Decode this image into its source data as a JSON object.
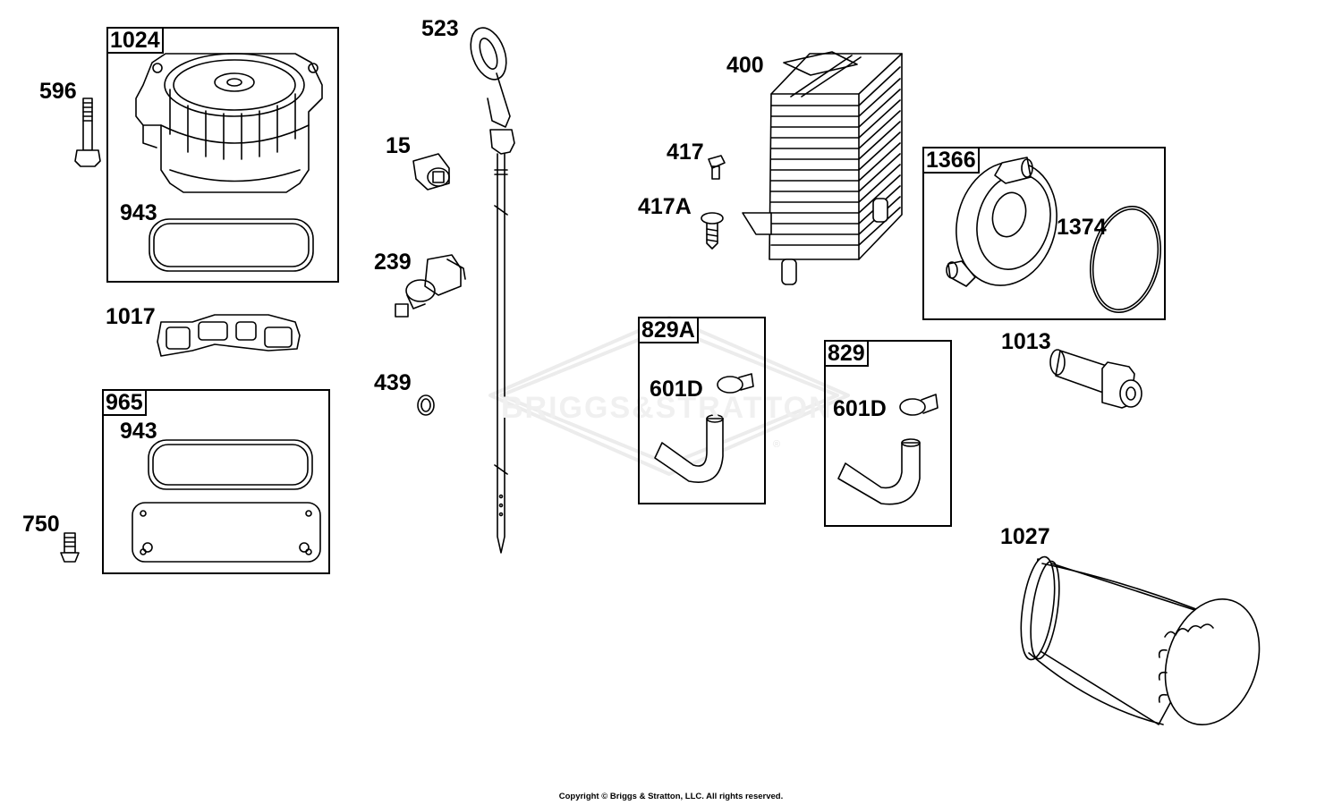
{
  "diagram": {
    "watermark": "BRIGGS&STRATTON",
    "watermark_mark": "®",
    "copyright": "Copyright © Briggs & Stratton, LLC. All rights reserved.",
    "groups": {
      "g1024": "1024",
      "g965": "965",
      "g829A": "829A",
      "g829": "829",
      "g1366": "1366"
    },
    "parts": {
      "p596": "596",
      "p943a": "943",
      "p1017": "1017",
      "p943b": "943",
      "p750": "750",
      "p523": "523",
      "p15": "15",
      "p239": "239",
      "p439": "439",
      "p400": "400",
      "p417": "417",
      "p417A": "417A",
      "p601Da": "601D",
      "p601Db": "601D",
      "p1374": "1374",
      "p1013": "1013",
      "p1027": "1027"
    }
  }
}
